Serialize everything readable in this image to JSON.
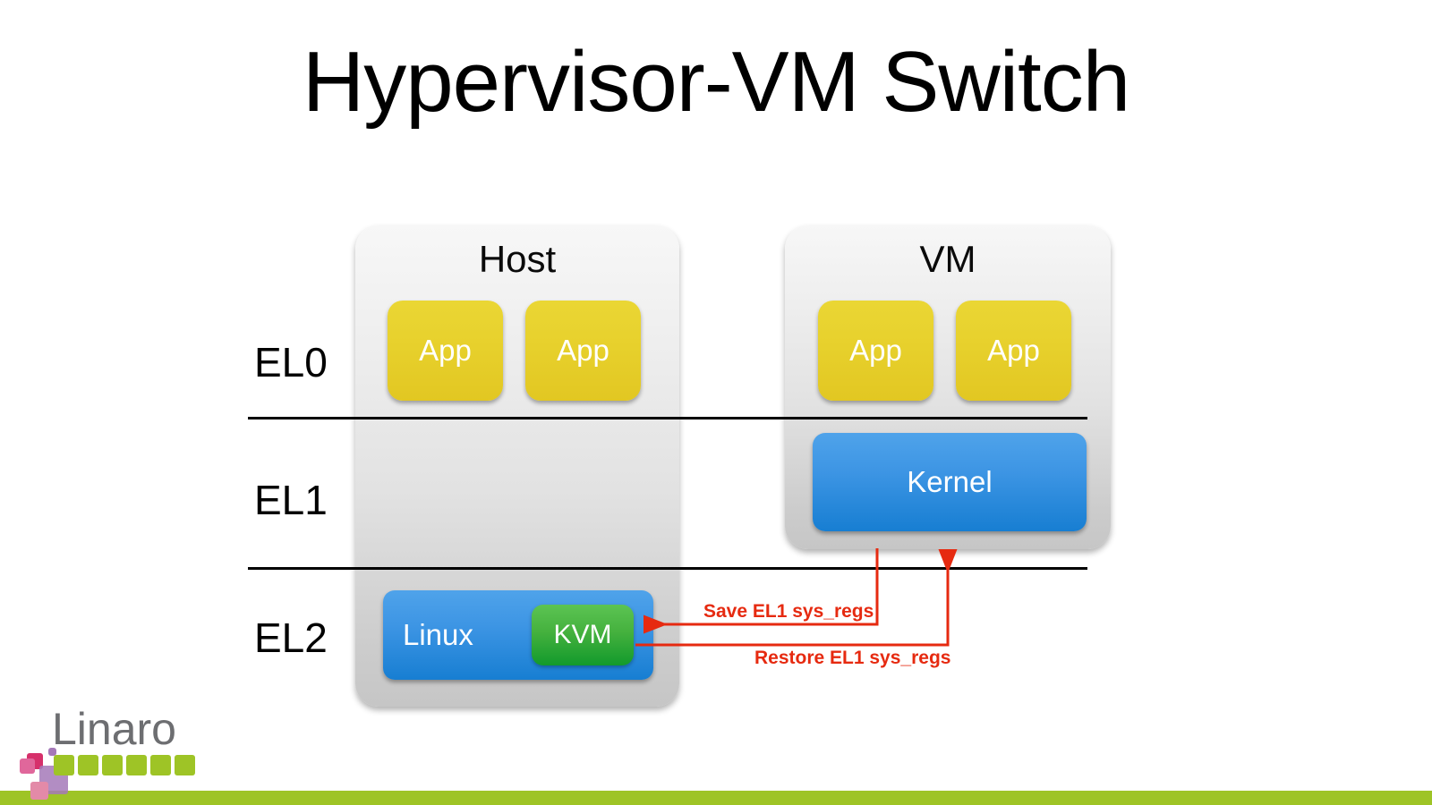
{
  "slide": {
    "title": "Hypervisor-VM Switch",
    "background_color": "#ffffff"
  },
  "exception_levels": [
    {
      "id": "el0",
      "label": "EL0"
    },
    {
      "id": "el1",
      "label": "EL1"
    },
    {
      "id": "el2",
      "label": "EL2"
    }
  ],
  "platforms": [
    {
      "id": "host",
      "title": "Host",
      "apps": [
        {
          "label": "App"
        },
        {
          "label": "App"
        }
      ],
      "kernel": {
        "label": "Linux",
        "color": "#3d95e4"
      },
      "module": {
        "label": "KVM",
        "color": "#45b13e"
      }
    },
    {
      "id": "vm",
      "title": "VM",
      "apps": [
        {
          "label": "App"
        },
        {
          "label": "App"
        }
      ],
      "kernel": {
        "label": "Kernel",
        "color": "#3d95e4"
      }
    }
  ],
  "annotations": {
    "accent_color": "#e62a10",
    "arrows": [
      {
        "id": "save",
        "label": "Save EL1 sys_regs",
        "direction": "vm-to-kvm"
      },
      {
        "id": "restore",
        "label": "Restore EL1 sys_regs",
        "direction": "kvm-to-vm"
      }
    ]
  },
  "branding": {
    "wordmark": "Linaro",
    "wordmark_color": "#6d6e71",
    "square_colors": {
      "green": "#9ec426",
      "purple": "#a579b8",
      "magenta": "#d6306b",
      "pink": "#e38aa8",
      "rose": "#d9548b"
    },
    "bottom_bar_color": "#9ec426"
  }
}
